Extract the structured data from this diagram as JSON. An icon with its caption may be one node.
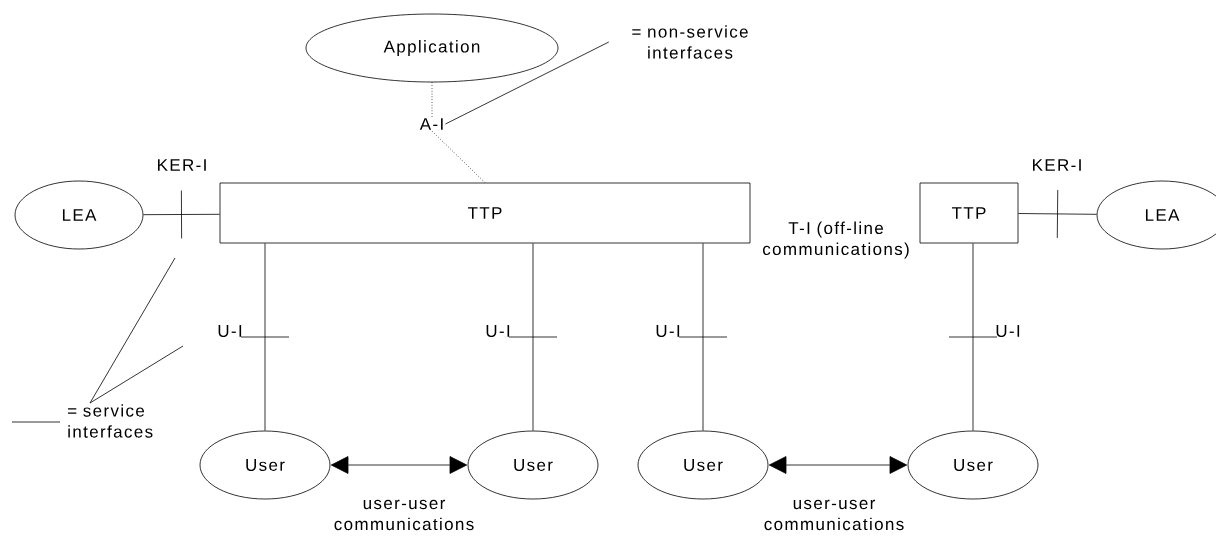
{
  "diagram": {
    "nodes": [
      {
        "text": [
          "Application"
        ]
      },
      {
        "text": [
          "LEA"
        ]
      },
      {
        "text": [
          "TTP"
        ]
      },
      {
        "text": [
          "TTP"
        ]
      },
      {
        "text": [
          "LEA"
        ]
      },
      {
        "text": [
          "User"
        ]
      },
      {
        "text": [
          "User"
        ]
      },
      {
        "text": [
          "User"
        ]
      },
      {
        "text": [
          "User"
        ]
      },
      {
        "text": [
          "A-I"
        ]
      },
      {
        "text": [
          "= non-service interfaces"
        ]
      },
      {
        "text": [
          "= service interfaces"
        ]
      }
    ],
    "edges": [
      {
        "from": 0,
        "to": 9,
        "arrow": "none",
        "style": "dashed"
      },
      {
        "from": 9,
        "to": 2,
        "arrow": "none",
        "style": "dashed"
      },
      {
        "from": 1,
        "to": 2,
        "arrow": "none",
        "label": "KER-I"
      },
      {
        "from": 3,
        "to": 4,
        "arrow": "none",
        "label": "KER-I"
      },
      {
        "from": 2,
        "to": 5,
        "arrow": "none",
        "label": "U-I"
      },
      {
        "from": 2,
        "to": 6,
        "arrow": "none",
        "label": "U-I"
      },
      {
        "from": 2,
        "to": 7,
        "arrow": "none",
        "label": "U-I"
      },
      {
        "from": 3,
        "to": 8,
        "arrow": "none",
        "label": "U-I"
      },
      {
        "from": 5,
        "to": 6,
        "arrow": "both",
        "label": "user-user communications"
      },
      {
        "from": 7,
        "to": 8,
        "arrow": "both",
        "label": "user-user communications"
      },
      {
        "from": 10,
        "to": 9,
        "arrow": "none"
      },
      {
        "from": 11,
        "to": null,
        "arrow": "none"
      },
      {
        "from": 11,
        "to": null,
        "arrow": "none"
      }
    ],
    "labels": [
      "T-I (off-line communications)"
    ]
  }
}
